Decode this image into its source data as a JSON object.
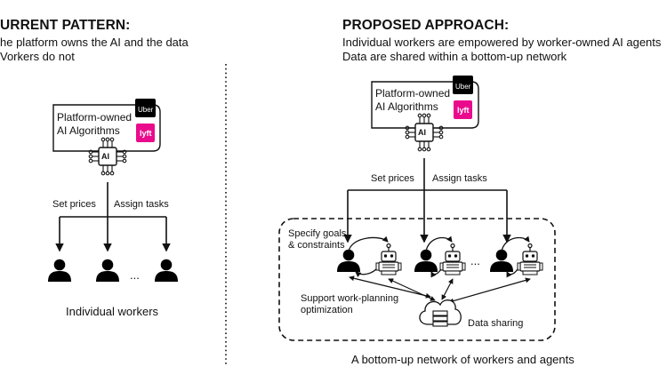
{
  "left": {
    "heading": "URRENT PATTERN:",
    "line1": "he platform owns the AI and the data",
    "line2": "Vorkers do not",
    "platform_label_1": "Platform-owned",
    "platform_label_2": "AI Algorithms",
    "ai_chip": "AI",
    "arrow_label_1": "Set prices",
    "arrow_label_2": "Assign tasks",
    "ellipsis": "...",
    "caption": "Individual workers"
  },
  "right": {
    "heading": "PROPOSED APPROACH:",
    "line1": "Individual workers are empowered by worker-owned AI agents",
    "line2": "Data are shared within a bottom-up network",
    "platform_label_1": "Platform-owned",
    "platform_label_2": "AI Algorithms",
    "ai_chip": "AI",
    "arrow_label_1": "Set prices",
    "arrow_label_2": "Assign tasks",
    "goals_1": "Specify goals",
    "goals_2": "& constraints",
    "support_1": "Support work-planning",
    "support_2": "optimization",
    "data_sharing": "Data sharing",
    "ellipsis": "...",
    "caption": "A bottom-up network of workers and agents"
  },
  "logos": {
    "uber_text": "Uber",
    "lyft_text": "lyft",
    "uber_color": "#000000",
    "lyft_color": "#ea0b8c"
  },
  "icons": [
    "worker-icon",
    "robot-icon",
    "ai-chip-icon",
    "cloud-database-icon",
    "uber-logo",
    "lyft-logo"
  ]
}
